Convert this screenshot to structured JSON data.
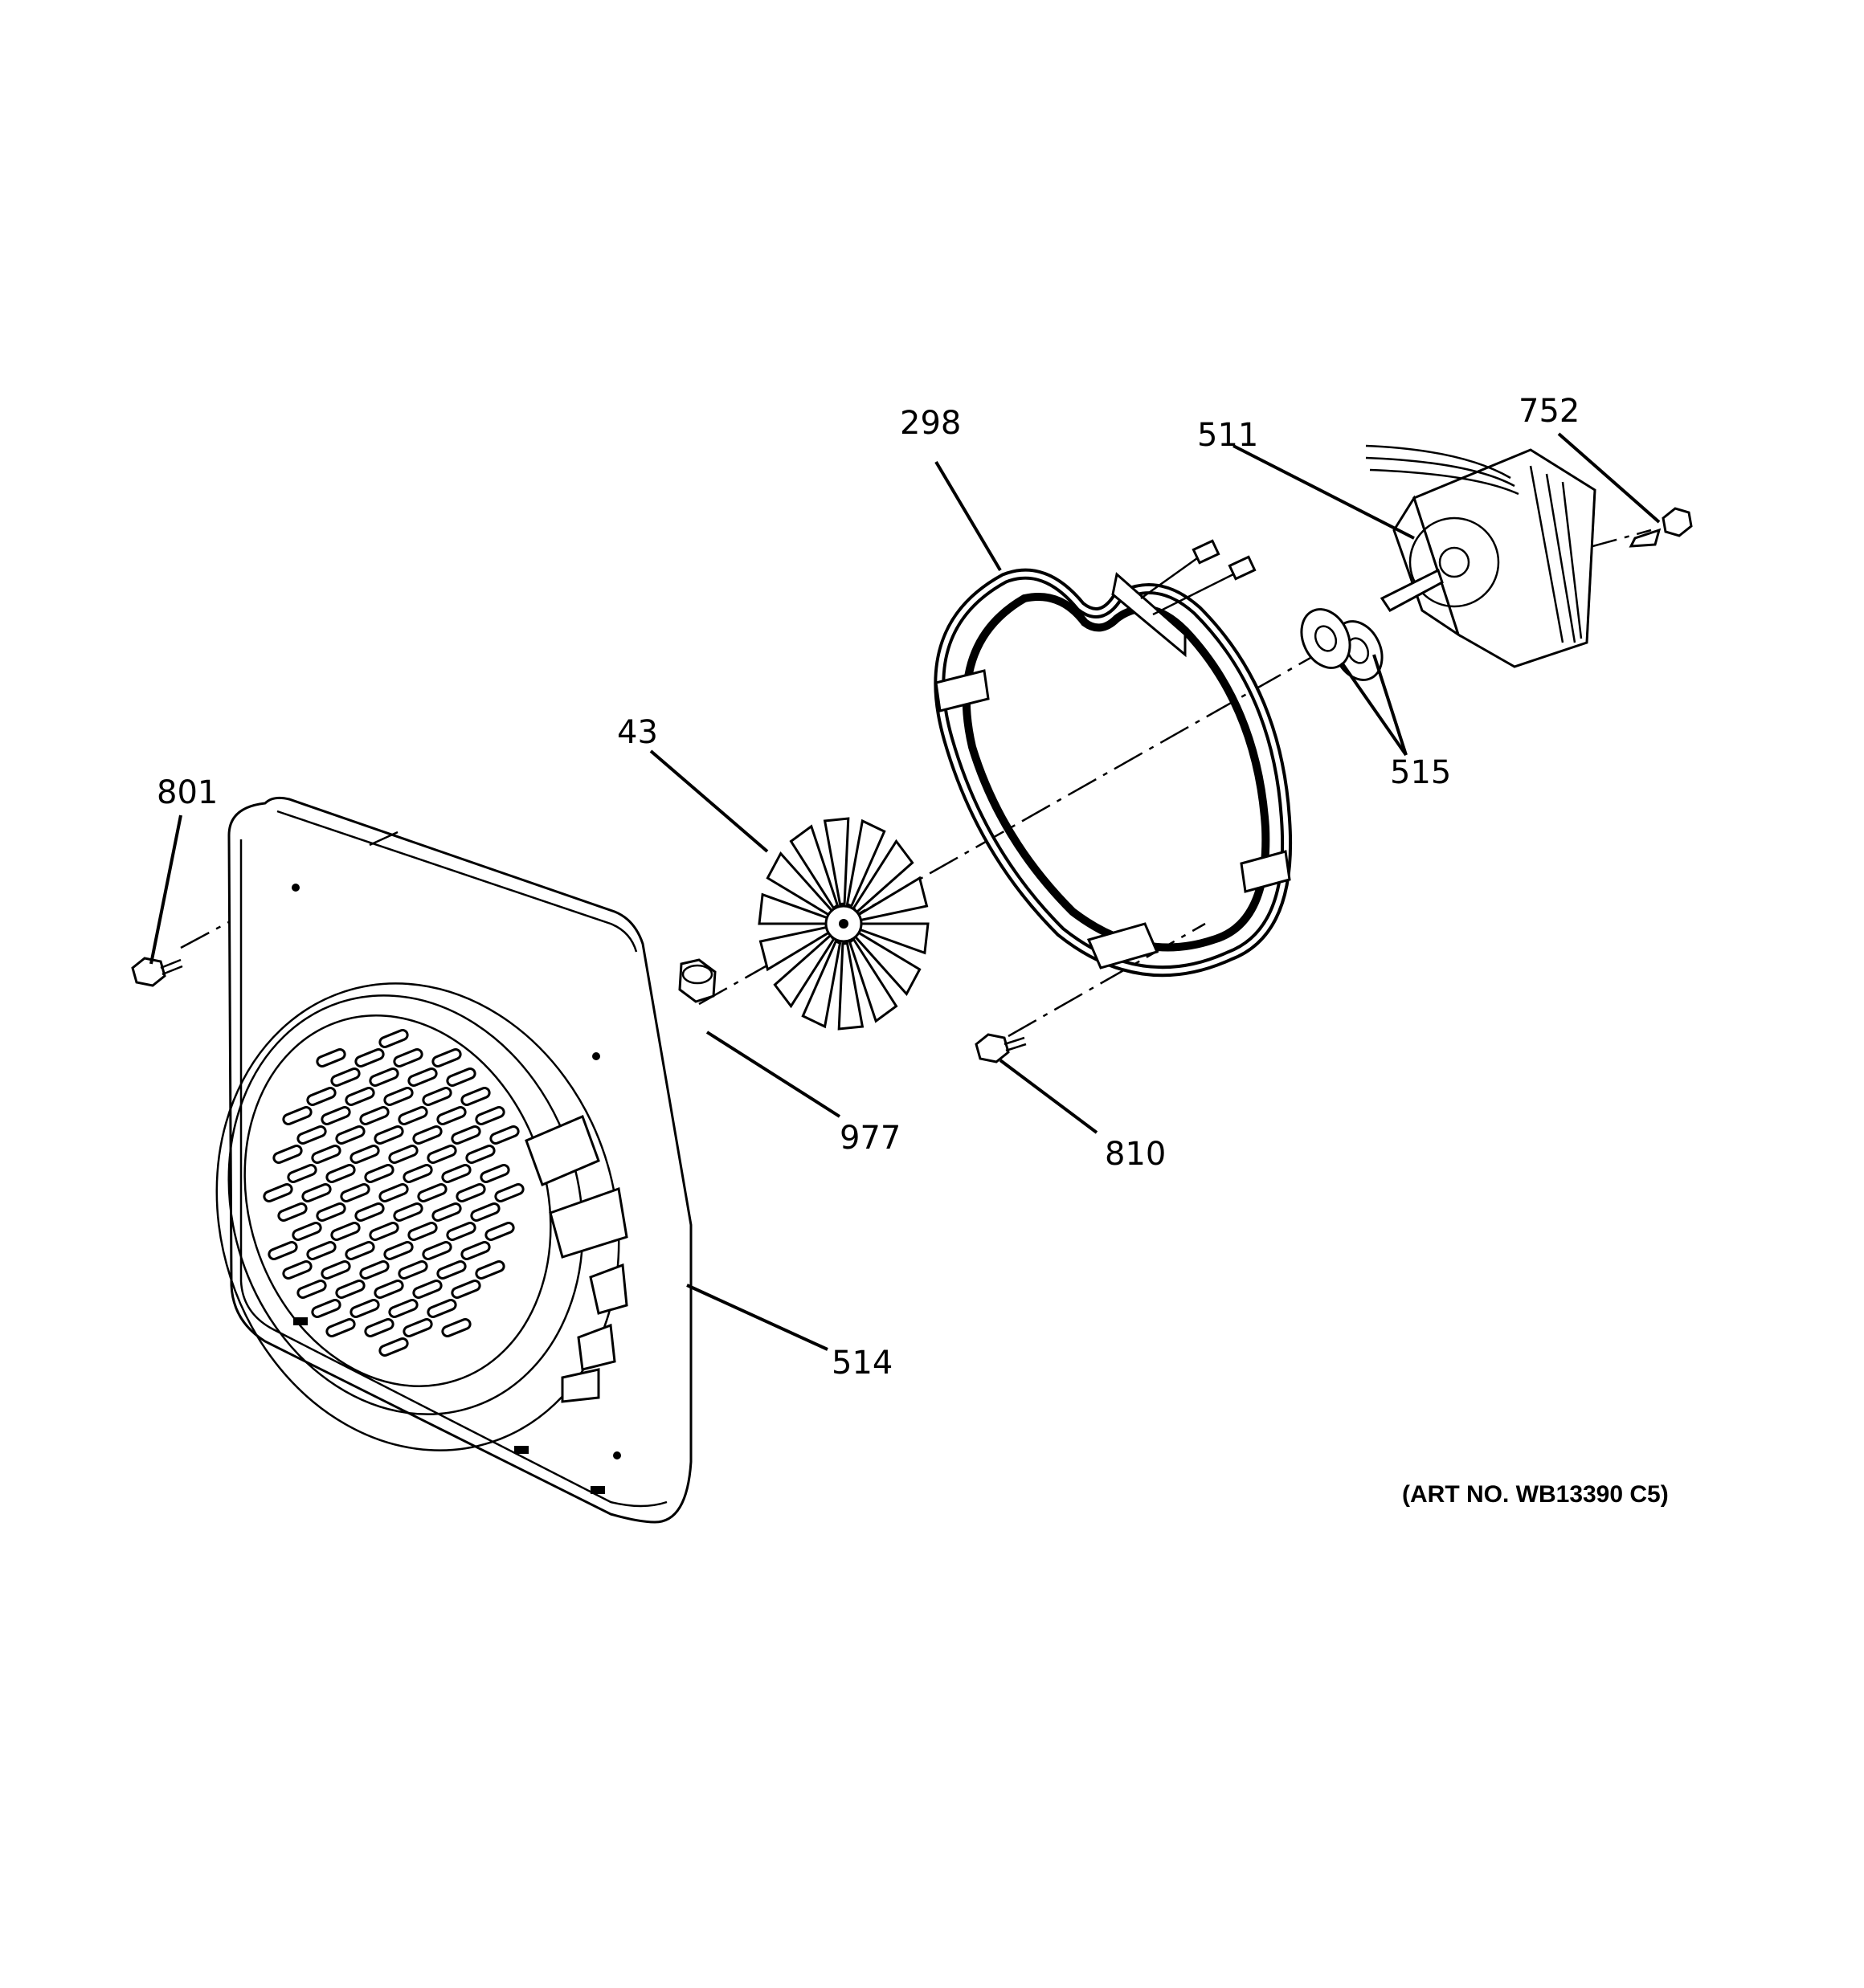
{
  "diagram": {
    "art_number": "(ART NO. WB13390 C5)",
    "callouts": {
      "c298": "298",
      "c511": "511",
      "c752": "752",
      "c43": "43",
      "c515": "515",
      "c801": "801",
      "c977": "977",
      "c810": "810",
      "c514": "514"
    }
  }
}
